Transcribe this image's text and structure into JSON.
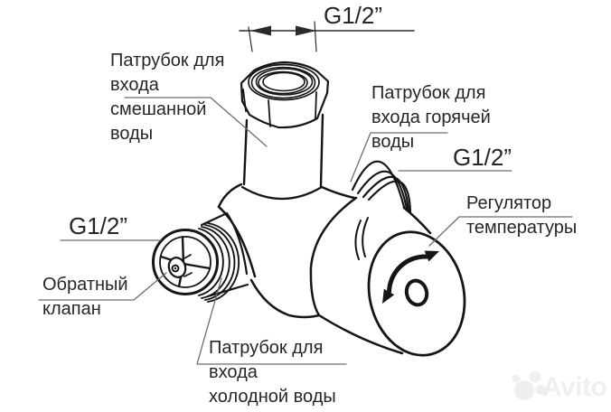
{
  "labels": {
    "dim_top": "G1/2”",
    "mixed_inlet": [
      "Патрубок для",
      "входа",
      "смешанной",
      "воды"
    ],
    "hot_inlet": [
      "Патрубок для",
      "входа горячей",
      "воды"
    ],
    "thread_right": "G1/2”",
    "regulator": [
      "Регулятор",
      "температуры"
    ],
    "thread_left": "G1/2”",
    "check_valve": [
      "Обратный",
      "клапан"
    ],
    "cold_inlet": [
      "Патрубок для",
      "входа",
      "холодной воды"
    ]
  },
  "watermark": {
    "text": "Avito"
  },
  "colors": {
    "background": "#ffffff",
    "line": "#151515",
    "leader": "#6e6e6e",
    "text": "#262626",
    "watermark": "#efefef"
  }
}
